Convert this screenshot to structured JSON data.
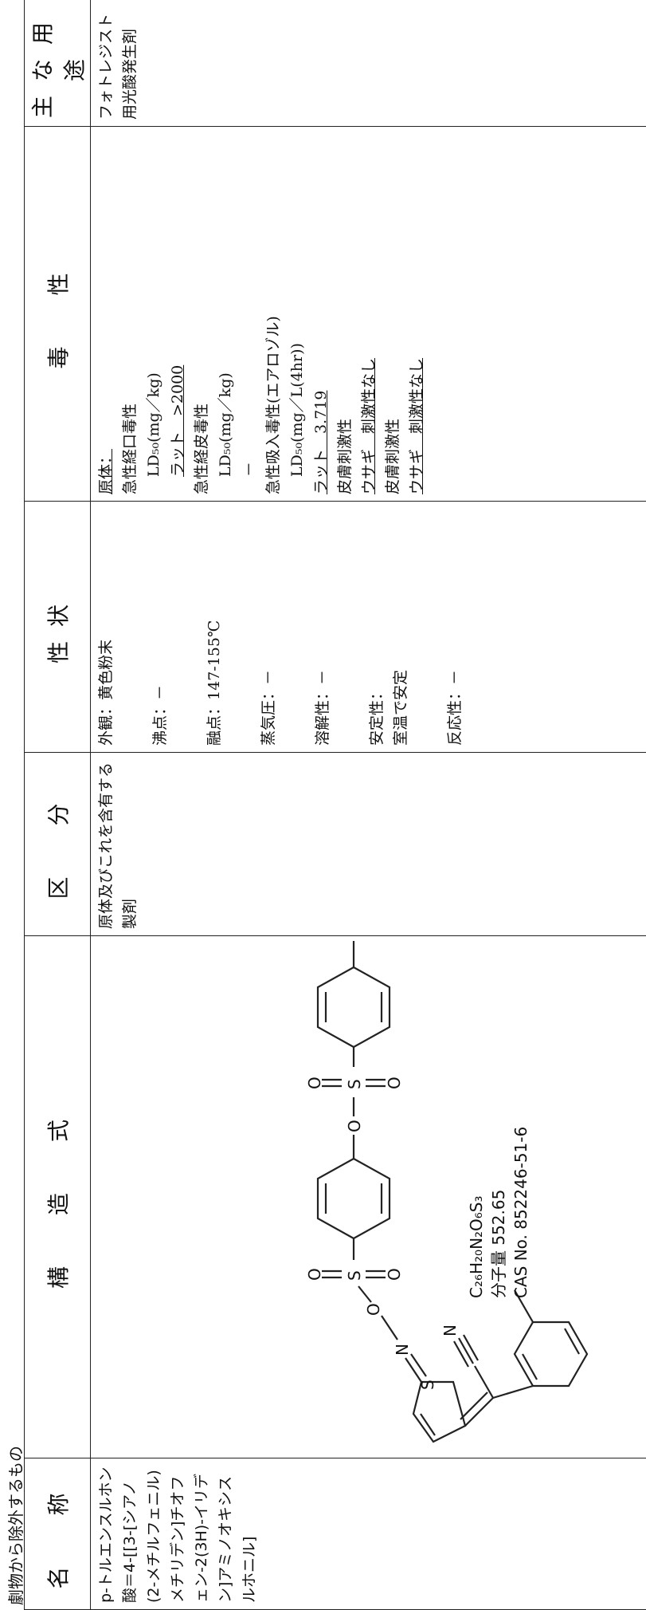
{
  "caption": "劇物から除外するもの",
  "headers": {
    "name": "名　称",
    "structure": "構　造　式",
    "category": "区　分",
    "properties": "性状",
    "toxicity": "毒　性",
    "use": "主な用途"
  },
  "row": {
    "name": "p-トルエンスルホン酸＝4-[[3-[シアノ(2-メチルフェニル)メチリデン]チオフェン-2(3H)-イリデン]アミノオキシスルホニル]",
    "formula": "C₂₆H₂₀N₂O₆S₃",
    "molecular_weight": "分子量 552.65",
    "cas": "CAS No. 852246-51-6",
    "category": "原体及びこれを含有する製剤",
    "properties": [
      "外観：黄色粉末",
      "沸点：－",
      "融点：147-155℃",
      "蒸気圧：－",
      "溶解性：－",
      "安定性：",
      "室温で安定",
      "反応性：－"
    ],
    "toxicity": {
      "l1": "原体：",
      "l2": "急性経口毒性",
      "l3": "LD₅₀(mg／kg)",
      "l4": "ラット　>2000",
      "l5": "急性経皮毒性",
      "l6": "LD₅₀(mg／kg)",
      "l7": "－",
      "l8": "急性吸入毒性(エアロゾル)",
      "l9": "LD₅₀(mg／L(4hr))",
      "l10": "ラット　3.719",
      "l11": "皮膚刺激性",
      "l12": "ウサギ　刺激性なし",
      "l13": "皮膚刺激性",
      "l14": "ウサギ　刺激性なし"
    },
    "use": "フォトレジスト用光酸発生剤"
  },
  "structure_atoms": {
    "S_ring": "S",
    "N_imine": "N",
    "O1": "O",
    "S1": "S",
    "O_s1a": "O",
    "O_s1b": "O",
    "O2": "O",
    "S2": "S",
    "O_s2a": "O",
    "O_s2b": "O",
    "N_nitrile": "N"
  }
}
